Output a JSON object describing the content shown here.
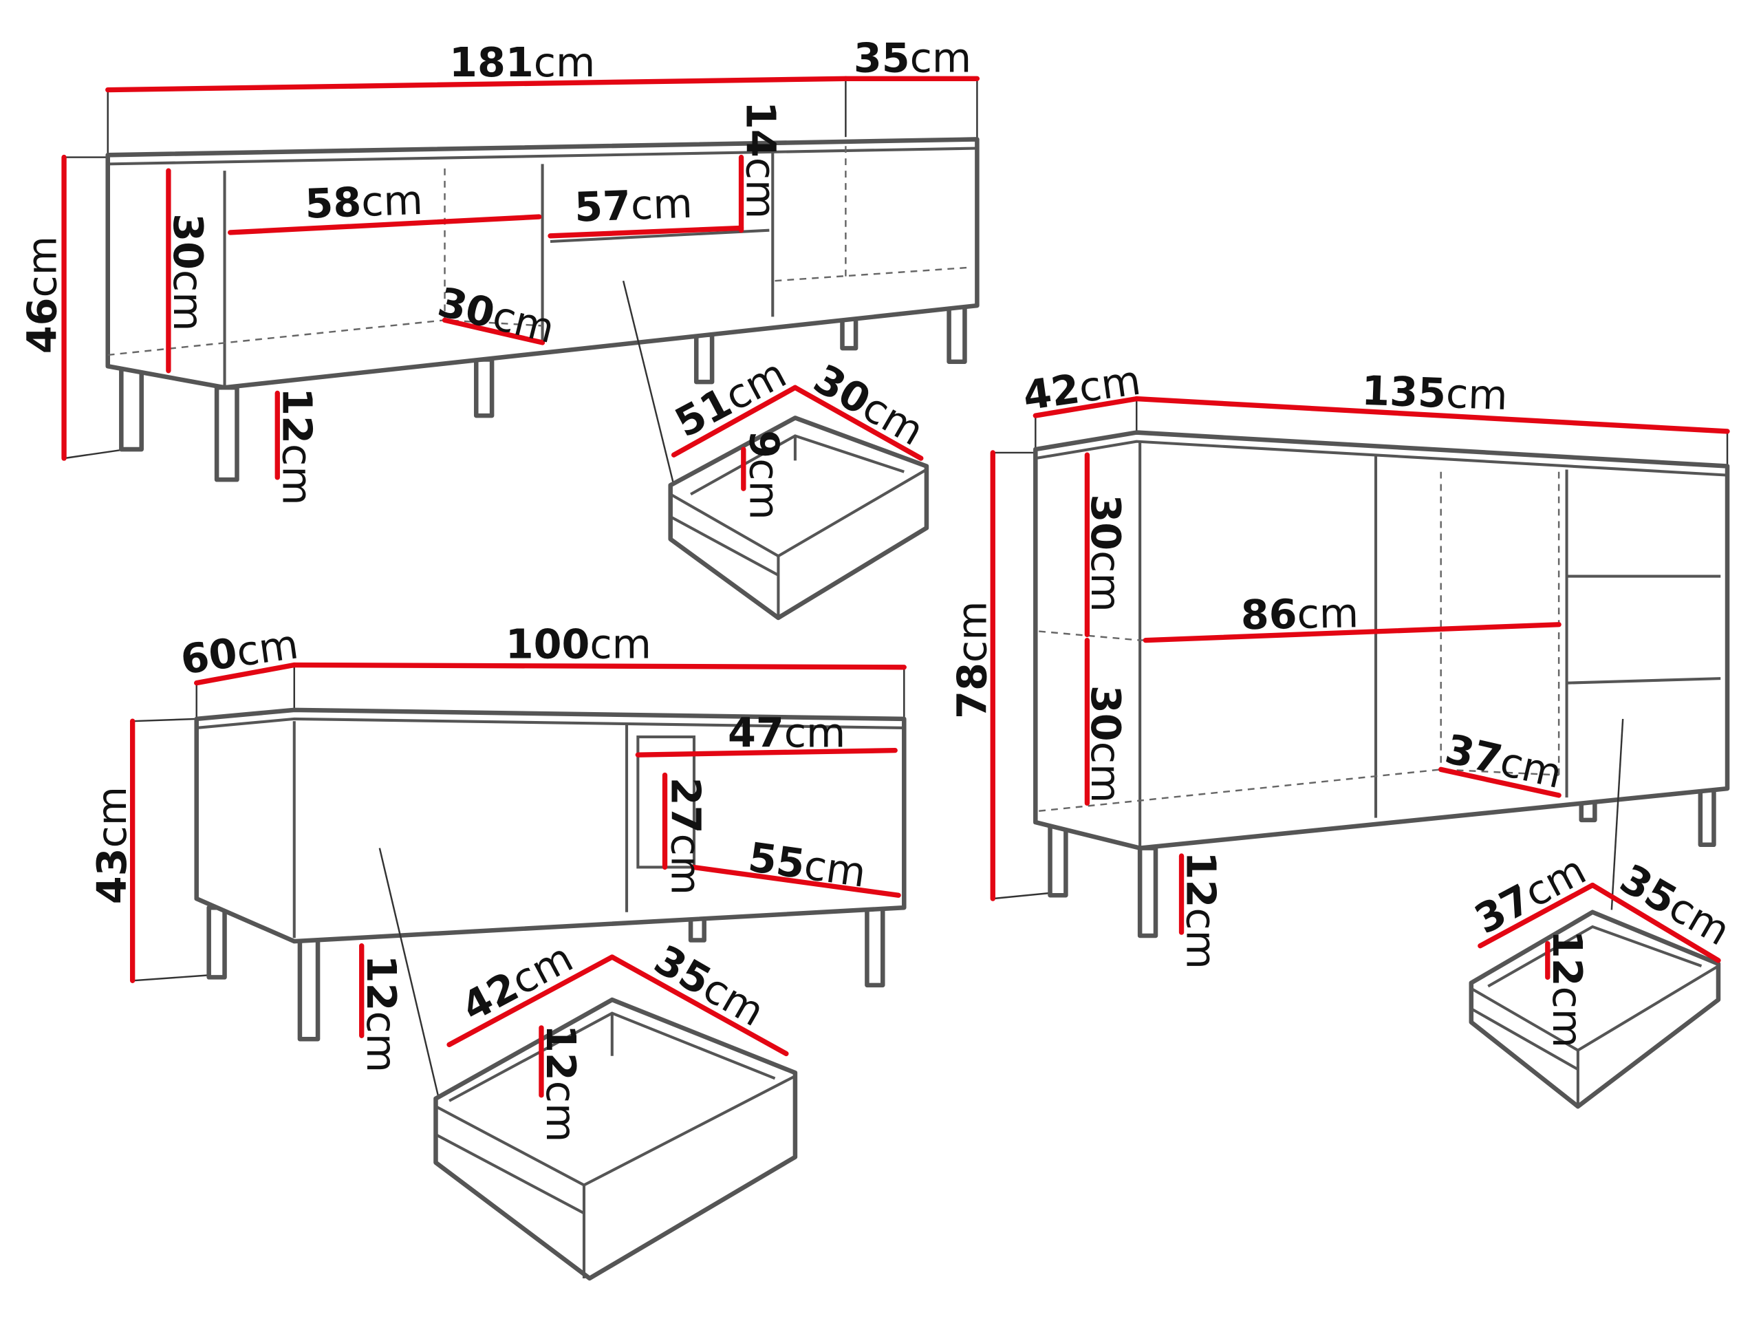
{
  "diagrams": [
    {
      "name": "tv-cabinet",
      "labels": [
        {
          "num": "181",
          "unit": "cm"
        },
        {
          "num": "35",
          "unit": "cm"
        },
        {
          "num": "46",
          "unit": "cm"
        },
        {
          "num": "30",
          "unit": "cm"
        },
        {
          "num": "58",
          "unit": "cm"
        },
        {
          "num": "57",
          "unit": "cm"
        },
        {
          "num": "14",
          "unit": "cm"
        },
        {
          "num": "30",
          "unit": "cm"
        },
        {
          "num": "12",
          "unit": "cm"
        },
        {
          "num": "51",
          "unit": "cm"
        },
        {
          "num": "30",
          "unit": "cm"
        },
        {
          "num": "9",
          "unit": "cm"
        }
      ]
    },
    {
      "name": "sideboard",
      "labels": [
        {
          "num": "42",
          "unit": "cm"
        },
        {
          "num": "135",
          "unit": "cm"
        },
        {
          "num": "78",
          "unit": "cm"
        },
        {
          "num": "30",
          "unit": "cm"
        },
        {
          "num": "86",
          "unit": "cm"
        },
        {
          "num": "30",
          "unit": "cm"
        },
        {
          "num": "37",
          "unit": "cm"
        },
        {
          "num": "12",
          "unit": "cm"
        },
        {
          "num": "37",
          "unit": "cm"
        },
        {
          "num": "35",
          "unit": "cm"
        },
        {
          "num": "12",
          "unit": "cm"
        }
      ]
    },
    {
      "name": "low-cabinet",
      "labels": [
        {
          "num": "60",
          "unit": "cm"
        },
        {
          "num": "100",
          "unit": "cm"
        },
        {
          "num": "43",
          "unit": "cm"
        },
        {
          "num": "47",
          "unit": "cm"
        },
        {
          "num": "27",
          "unit": "cm"
        },
        {
          "num": "55",
          "unit": "cm"
        },
        {
          "num": "12",
          "unit": "cm"
        },
        {
          "num": "42",
          "unit": "cm"
        },
        {
          "num": "35",
          "unit": "cm"
        },
        {
          "num": "12",
          "unit": "cm"
        }
      ]
    }
  ],
  "colors": {
    "dimension": "#e30613",
    "outline": "#555555"
  }
}
